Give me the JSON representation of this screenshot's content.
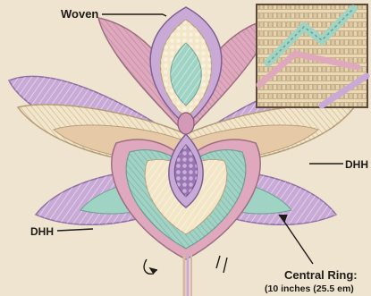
{
  "labels": {
    "woven": "Woven",
    "dhh_right": "DHH",
    "dhh_left": "DHH",
    "central_ring_title": "Central Ring:",
    "central_ring_detail": "(10 inches (25.5 em)"
  },
  "colors": {
    "background": "#efe4cf",
    "lavender": "#c9a9d6",
    "purple": "#9b74b5",
    "pink": "#e0a8bc",
    "mint": "#9fd3c4",
    "cream": "#f3e6c7",
    "tan": "#d8c39c",
    "outline": "#6d5a7a"
  }
}
